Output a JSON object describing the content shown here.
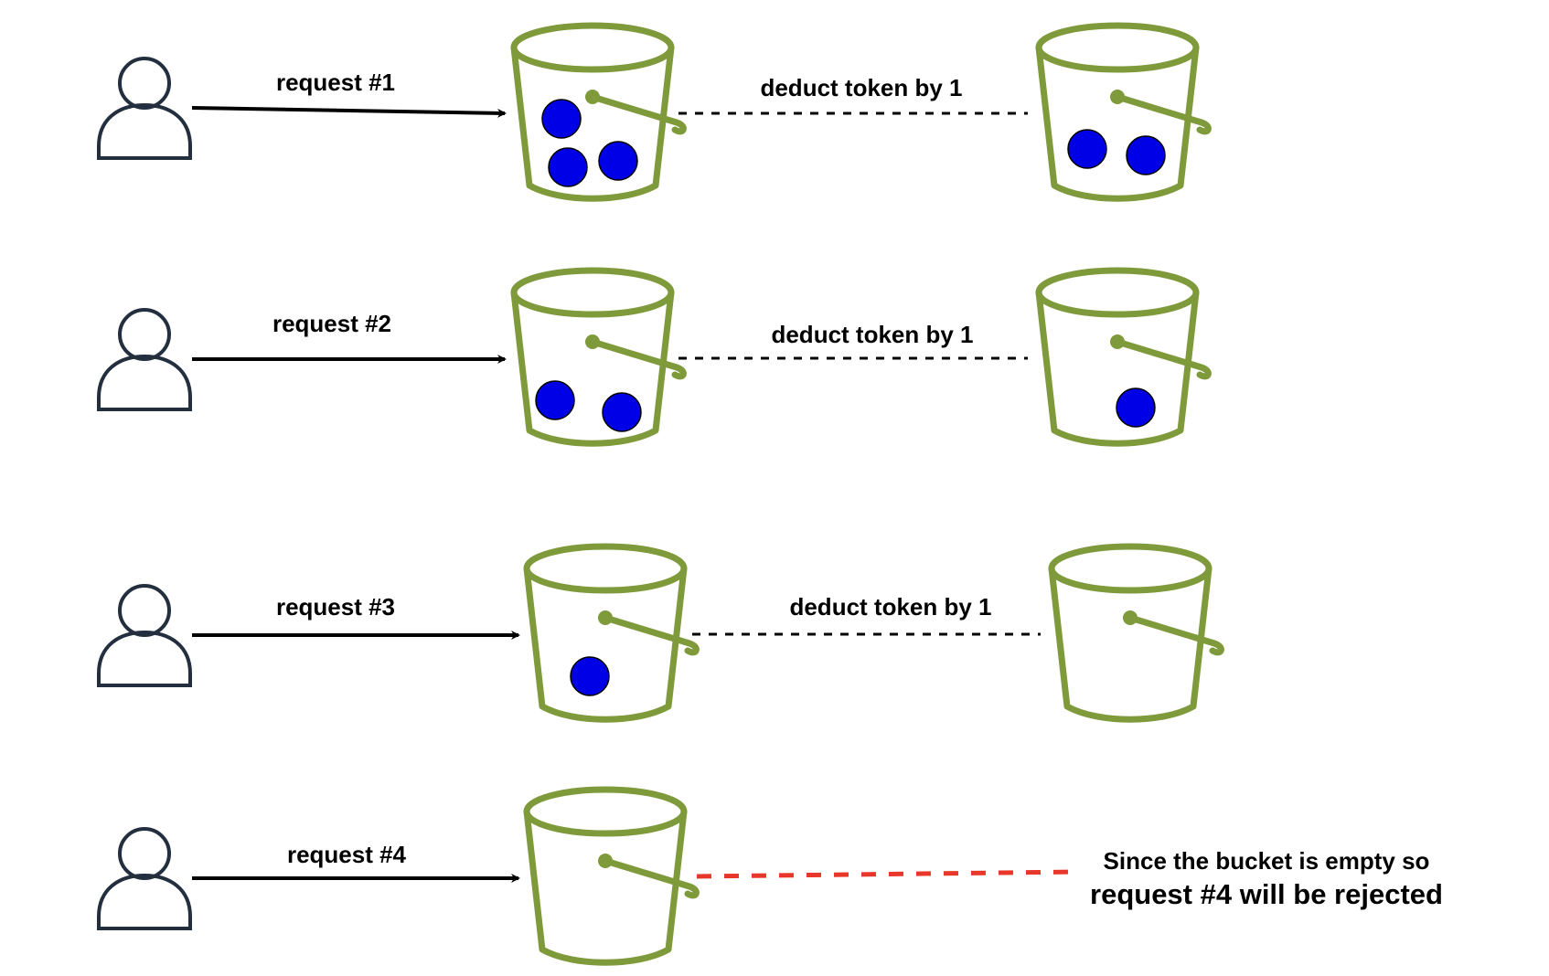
{
  "colors": {
    "bucket": "#7e9a3a",
    "token": "#0000e6",
    "user": "#232f3e",
    "arrow": "#000000",
    "rejected_line": "#e8372a"
  },
  "rows": [
    {
      "request_label": "request #1",
      "deduct_label": "deduct token by 1",
      "tokens_before": 3,
      "tokens_after": 2
    },
    {
      "request_label": "request #2",
      "deduct_label": "deduct token by 1",
      "tokens_before": 2,
      "tokens_after": 1
    },
    {
      "request_label": "request #3",
      "deduct_label": "deduct token by 1",
      "tokens_before": 1,
      "tokens_after": 0
    },
    {
      "request_label": "request #4",
      "tokens_before": 0
    }
  ],
  "rejection_note": {
    "line1": "Since the bucket is empty so",
    "line2": "request #4 will be rejected"
  }
}
